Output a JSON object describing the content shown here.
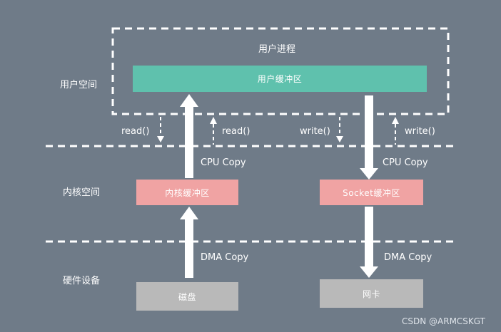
{
  "colors": {
    "background": "#6f7b88",
    "user_buffer": "#5fc1ad",
    "kernel_buffer": "#f0a3a3",
    "hardware_box": "#b9b9b9",
    "line": "#ffffff"
  },
  "layers": {
    "user_space": "用户空间",
    "kernel_space": "内核空间",
    "hardware": "硬件设备"
  },
  "process": {
    "title": "用户进程",
    "buffer": "用户缓冲区"
  },
  "kernel": {
    "kernel_buffer": "内核缓冲区",
    "socket_buffer": "Socket缓冲区"
  },
  "hardware": {
    "disk": "磁盘",
    "nic": "网卡"
  },
  "arrows": {
    "read_left": "read()",
    "read_right": "read()",
    "write_left": "write()",
    "write_right": "write()",
    "cpu_copy_left": "CPU Copy",
    "cpu_copy_right": "CPU Copy",
    "dma_copy_left": "DMA Copy",
    "dma_copy_right": "DMA Copy"
  },
  "watermark": "CSDN @ARMCSKGT"
}
